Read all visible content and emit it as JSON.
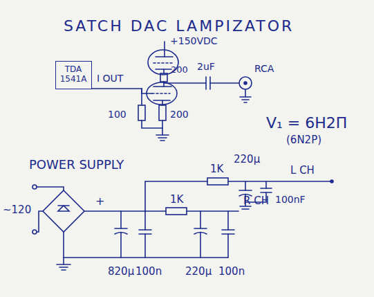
{
  "diagram": {
    "title": "SATCH DAC LAMPIZATOR",
    "nodes": [
      {
        "text": [
          "TDA 1541A"
        ]
      }
    ],
    "labels": [
      "I OUT",
      "+150VDC",
      "200",
      "2uF",
      "RCA",
      "100",
      "200",
      "V₁ = 6H2Π",
      "(6N2P)",
      "POWER SUPPLY",
      "~120",
      "+",
      "1K",
      "220µ",
      "L CH",
      "100nF",
      "1K",
      "R CH",
      "820µ",
      "100n",
      "220µ",
      "100n"
    ]
  }
}
